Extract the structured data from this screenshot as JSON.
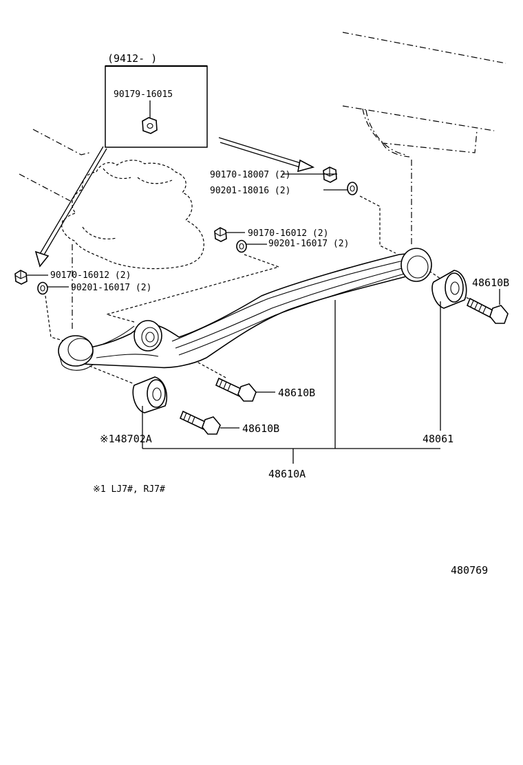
{
  "inset": {
    "date_range": "(9412-      )",
    "part_number": "90179-16015"
  },
  "labels": {
    "nut_upper_right": "90170-18007 (2)",
    "washer_upper_right": "90201-18016 (2)",
    "nut_middle": "90170-16012 (2)",
    "washer_middle": "90201-16017 (2)",
    "nut_left": "90170-16012 (2)",
    "washer_left": "90201-16017 (2)",
    "bolt_right": "48610B",
    "bolt_center_upper": "48610B",
    "bolt_center_lower": "48610B",
    "bushing_left": "※148702A",
    "bushing_right": "48061",
    "arm_assembly": "48610A"
  },
  "footnote": "※1 LJ7#, RJ7#",
  "diagram_id": "480769"
}
